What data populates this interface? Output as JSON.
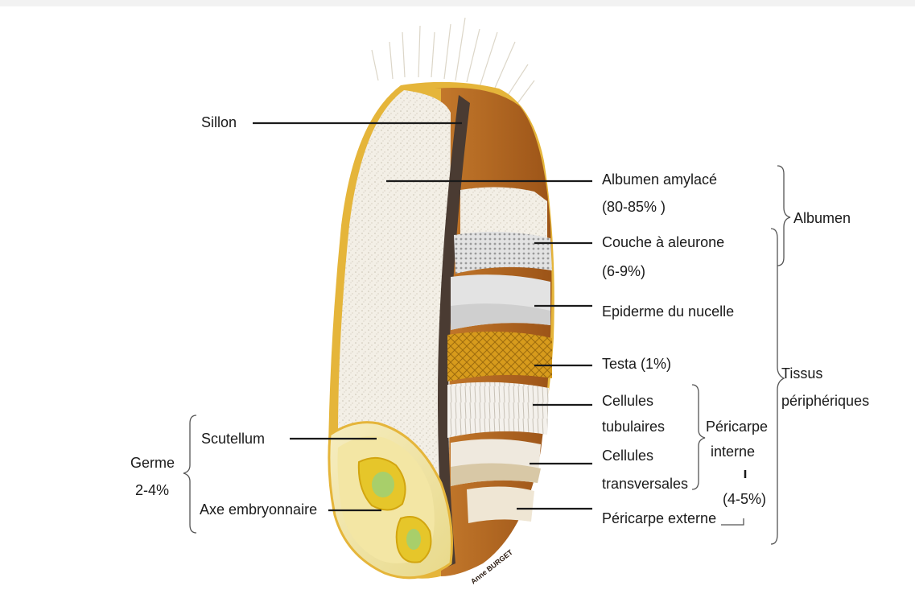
{
  "labels": {
    "sillon": "Sillon",
    "albumen_amylace": "Albumen amylacé",
    "albumen_amylace_pct": "(80-85% )",
    "albumen": "Albumen",
    "couche_aleurone": "Couche à aleurone",
    "couche_aleurone_pct": "(6-9%)",
    "epiderme_nucelle": "Epiderme du nucelle",
    "testa": "Testa (1%)",
    "cellules_tubulaires_1": "Cellules",
    "cellules_tubulaires_2": "tubulaires",
    "pericarpe_interne_1": "Péricarpe",
    "pericarpe_interne_2": "interne",
    "cellules_transversales_1": "Cellules",
    "cellules_transversales_2": "transversales",
    "pericarpe_pct": "(4-5%)",
    "pericarpe_externe": "Péricarpe externe",
    "tissus_1": "Tissus",
    "tissus_2": "périphériques",
    "scutellum": "Scutellum",
    "axe_embryonnaire": "Axe embryonnaire",
    "germe": "Germe",
    "germe_pct": "2-4%",
    "signature": "Anne BURGET"
  },
  "colors": {
    "albumen": "#f3efe6",
    "bran": "#b5651d",
    "crease": "#4a3b32",
    "aleurone": "#d8d8d8",
    "testa": "#d79b1c",
    "germ": "#f0e6b0",
    "embryo": "#e6c62a",
    "hull_outline": "#e5b53a",
    "leader_line": "#1a1a1a"
  }
}
